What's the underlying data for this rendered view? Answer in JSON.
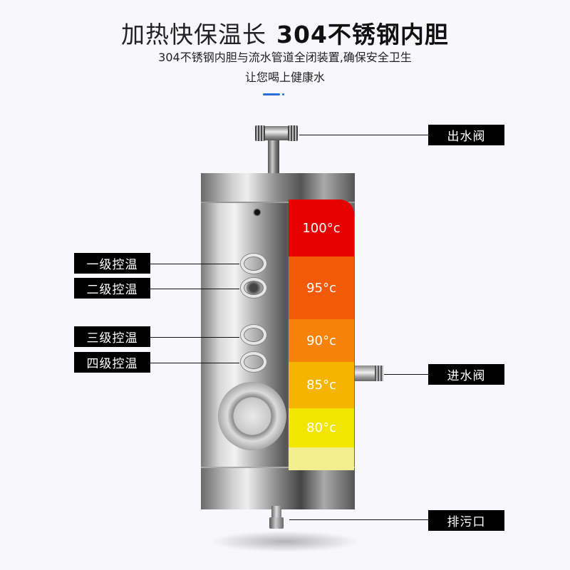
{
  "header": {
    "title_light": "加热快保温长",
    "title_bold": "304不锈钢内胆",
    "subtitle_line1": "304不锈钢内胆与流水管道全闭装置,确保安全卫生",
    "subtitle_line2": "让您喝上健康水",
    "accent_color": "#2a6fd6"
  },
  "temperature_bands": [
    {
      "label": "100°c",
      "color": "#e60000"
    },
    {
      "label": "95°c",
      "color": "#f25a0a"
    },
    {
      "label": "90°c",
      "color": "#f7820a"
    },
    {
      "label": "85°c",
      "color": "#f5b400"
    },
    {
      "label": "80°c",
      "color": "#f2e600"
    },
    {
      "label": "",
      "color": "#f2ee90"
    }
  ],
  "callouts": {
    "outlet": "出水阀",
    "inlet": "进水阀",
    "drain": "排污口",
    "level1": "一级控温",
    "level2": "二级控温",
    "level3": "三级控温",
    "level4": "四级控温"
  }
}
